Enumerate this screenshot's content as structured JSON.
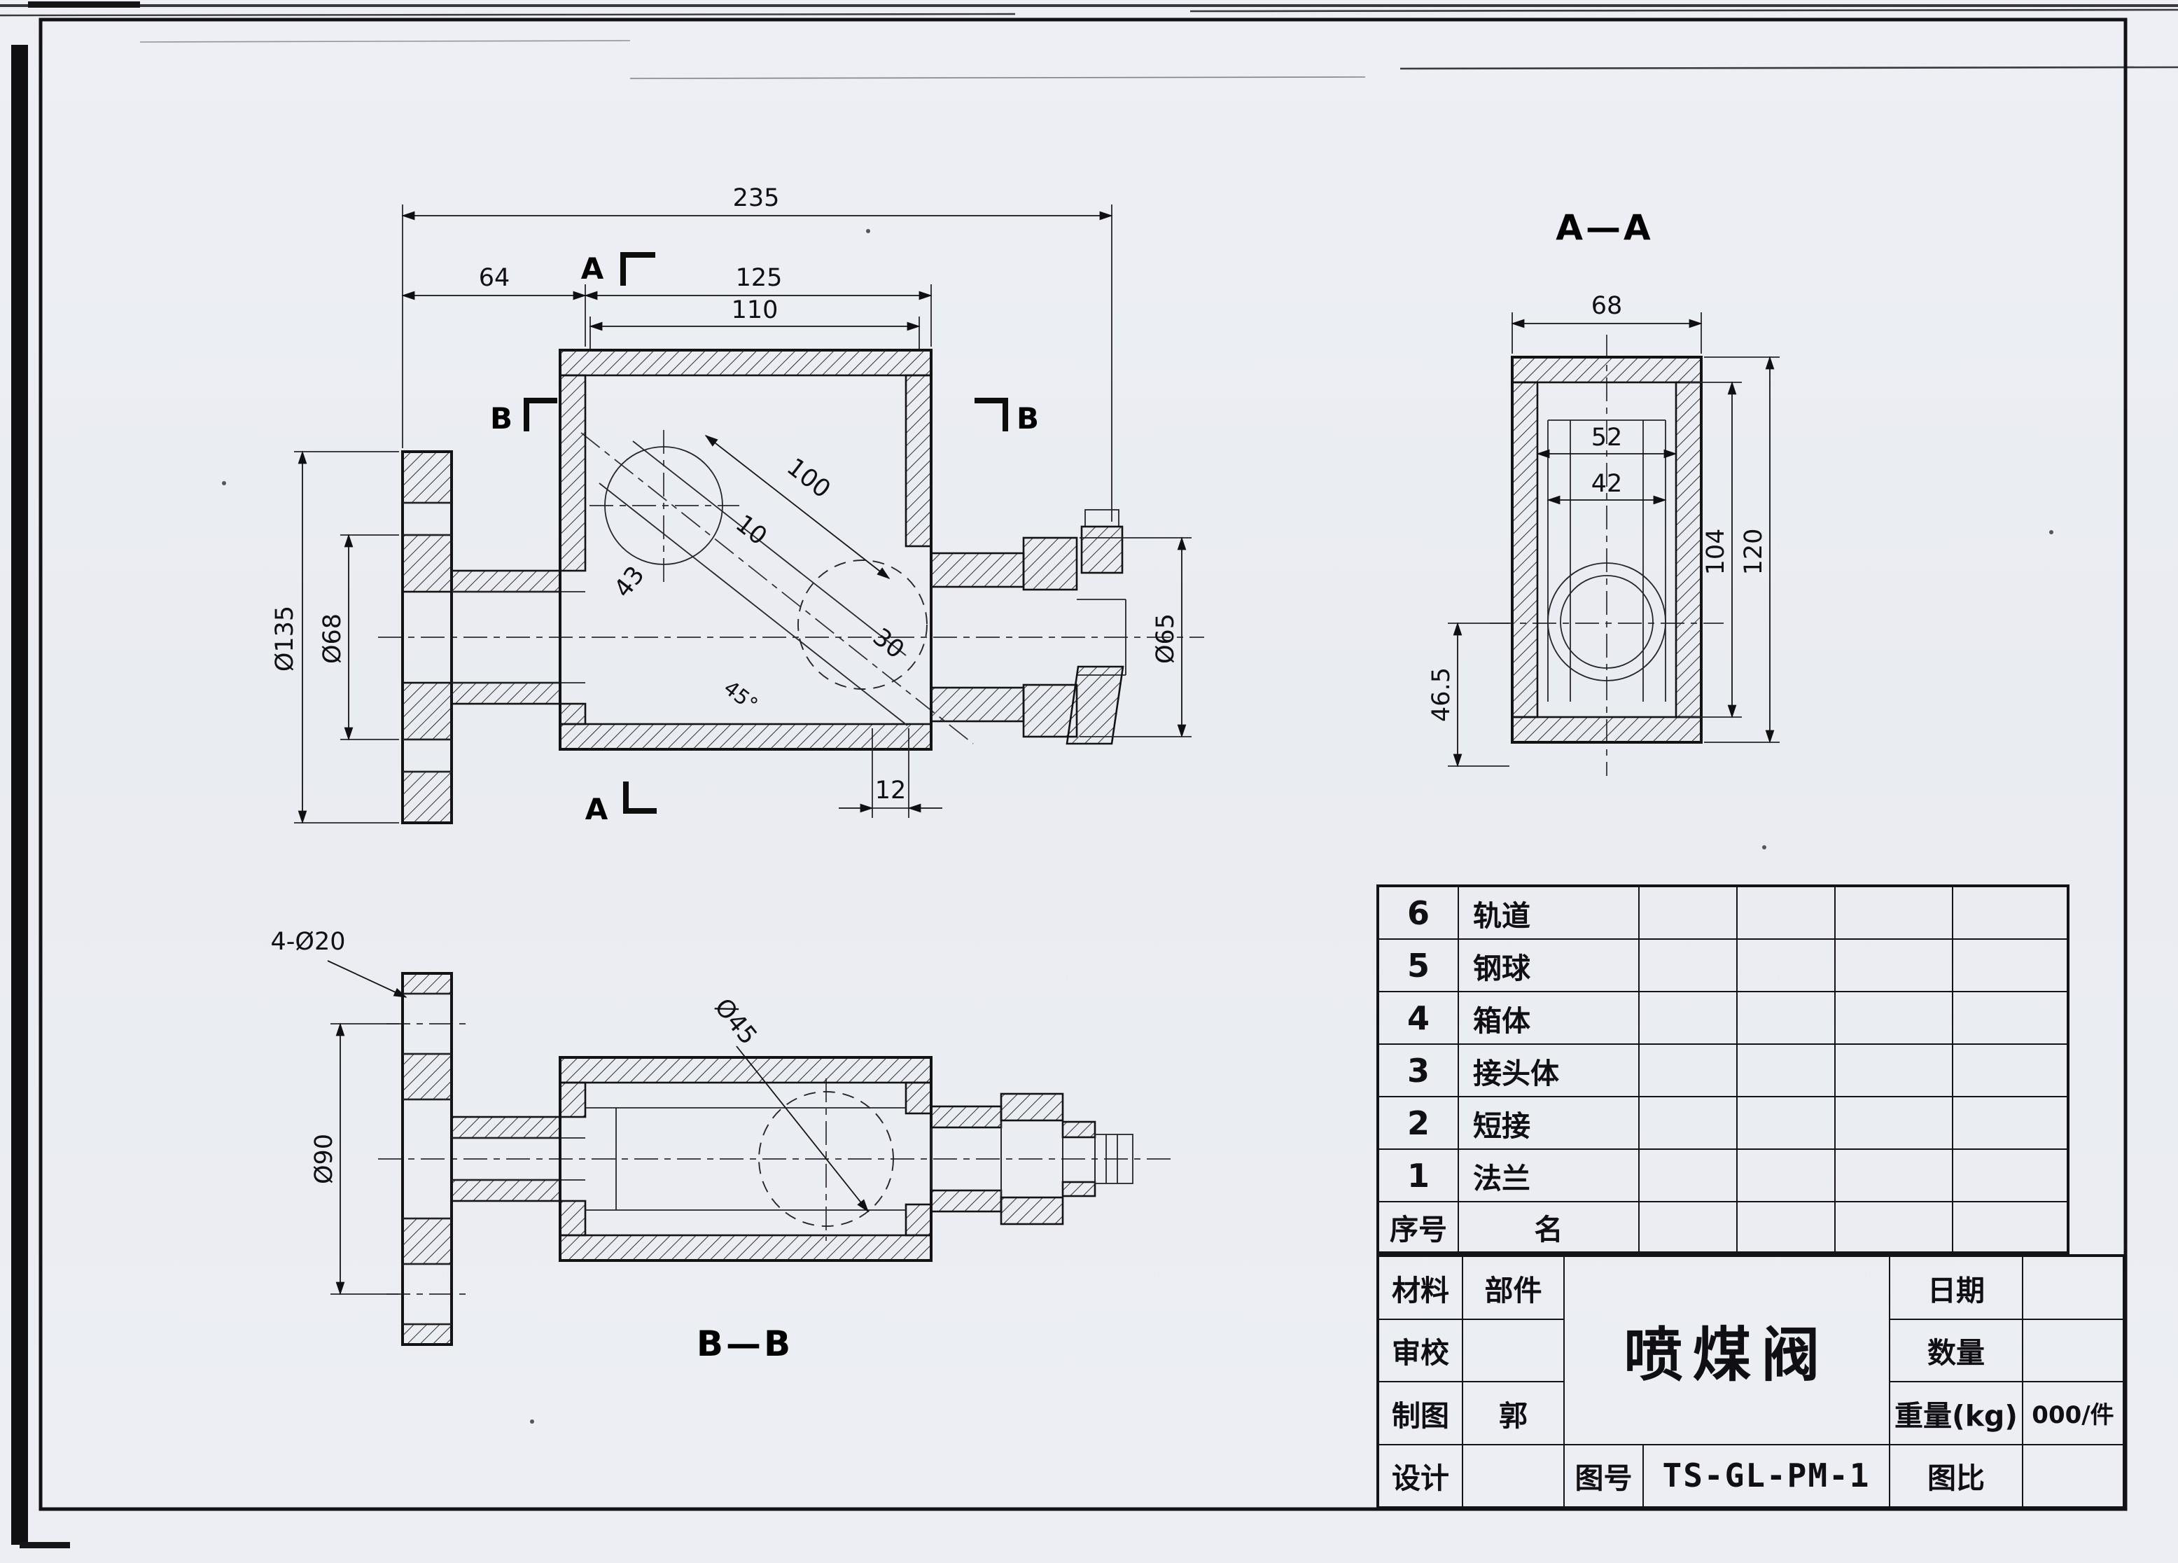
{
  "drawing": {
    "title": "喷煤阀",
    "number": "TS-GL-PM-1"
  },
  "main_view": {
    "markers": {
      "a": "A",
      "b": "B"
    },
    "dims": {
      "w235": "235",
      "w64": "64",
      "w125": "125",
      "w110": "110",
      "len100": "100",
      "off10": "10",
      "h43": "43",
      "d30": "30",
      "w12": "12",
      "dia135": "Ø135",
      "dia68": "Ø68",
      "dia65": "Ø65",
      "angle45": "45°"
    }
  },
  "section_aa": {
    "title": "A—A",
    "dims": {
      "w68": "68",
      "w52": "52",
      "w42": "42",
      "h104": "104",
      "h120": "120",
      "h465": "46.5"
    }
  },
  "section_bb": {
    "title": "B—B",
    "dims": {
      "holes": "4-Ø20",
      "dia90": "Ø90",
      "dia45": "Ø45"
    }
  },
  "parts_table": {
    "header": {
      "no": "序号",
      "name": "名"
    },
    "rows": [
      {
        "no": "6",
        "name": "轨道"
      },
      {
        "no": "5",
        "name": "钢球"
      },
      {
        "no": "4",
        "name": "箱体"
      },
      {
        "no": "3",
        "name": "接头体"
      },
      {
        "no": "2",
        "name": "短接"
      },
      {
        "no": "1",
        "name": "法兰"
      }
    ]
  },
  "title_block": {
    "material": "材料",
    "component": "部件",
    "review": "审校",
    "drafter_label": "制图",
    "drafter": "郭",
    "designer_label": "设计",
    "title": "喷煤阀",
    "no_label": "图号",
    "no_value": "TS-GL-PM-1",
    "date": "日期",
    "qty": "数量",
    "weight": "重量(kg)",
    "weight_value": "000/件",
    "scale": "图比"
  }
}
